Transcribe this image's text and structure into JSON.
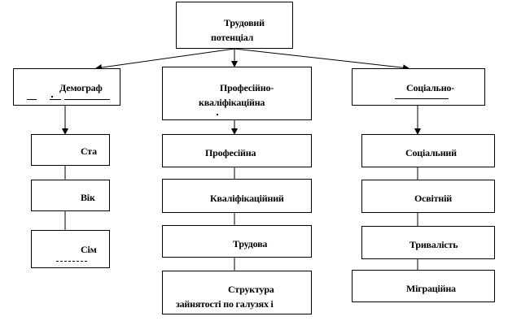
{
  "diagram": {
    "root": {
      "lines": [
        "Трудовий",
        "потенціал"
      ]
    },
    "branches": [
      {
        "id": "demographic",
        "title": [
          "Демограф"
        ],
        "children": [
          "Ста",
          "Вік",
          "Сім"
        ]
      },
      {
        "id": "professional",
        "title": [
          "Професійно-",
          "кваліфікаційна"
        ],
        "children": [
          "Професійна",
          "Кваліфікаційний",
          "Трудова",
          "Структура",
          "зайнятості по галузях  і"
        ]
      },
      {
        "id": "social",
        "title": [
          "Соціально-"
        ],
        "children": [
          "Соціальний",
          "Освітній",
          "Тривалість",
          "Міграційна"
        ]
      }
    ]
  }
}
